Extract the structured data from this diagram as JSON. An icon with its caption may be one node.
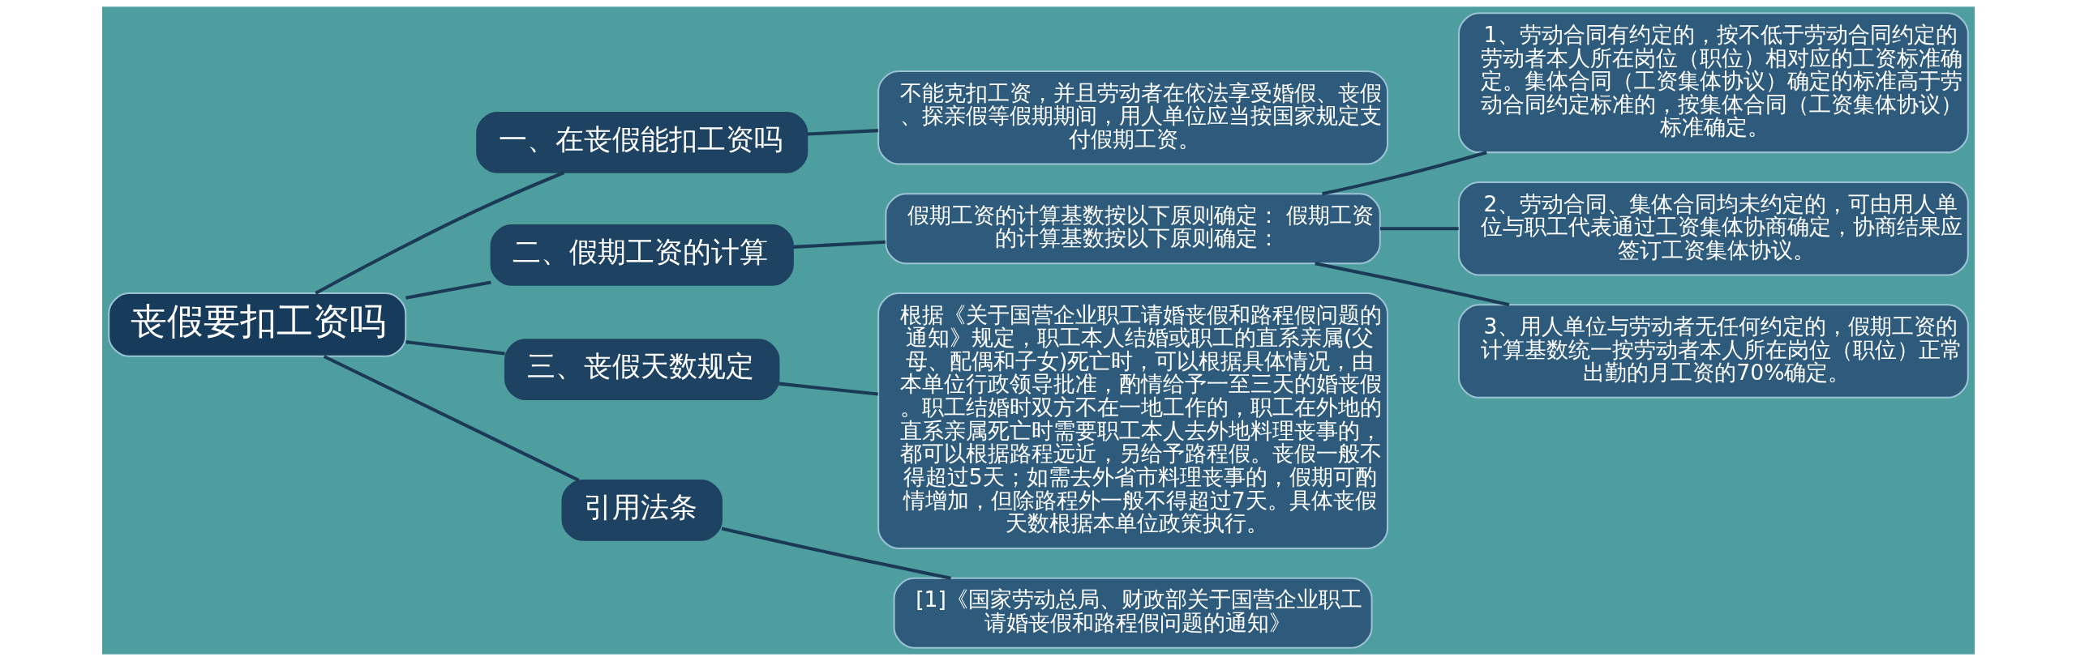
{
  "diagram": {
    "nodes": [
      {
        "text": [
          "丧假要扣工资吗"
        ]
      },
      {
        "text": [
          "一、在丧假能扣工资吗"
        ]
      },
      {
        "text": [
          "不能克扣工资，并且劳动者在依法享受婚假、丧假、探亲假等假期期间，用人单位应当按国家规定支付假期工资。"
        ]
      },
      {
        "text": [
          "二、假期工资的计算"
        ]
      },
      {
        "text": [
          "假期工资的计算基数按以下原则确定： 假期工资的计算基数按以下原则确定："
        ]
      },
      {
        "text": [
          "1、劳动合同有约定的，按不低于劳动合同约定的劳动者本人所在岗位（职位）相对应的工资标准确定。集体合同（工资集体协议）确定的标准高于劳动合同约定标准的，按集体合同（工资集体协议）标准确定。"
        ]
      },
      {
        "text": [
          "2、劳动合同、集体合同均未约定的，可由用人单位与职工代表通过工资集体协商确定，协商结果应签订工资集体协议。"
        ]
      },
      {
        "text": [
          "3、用人单位与劳动者无任何约定的，假期工资的计算基数统一按劳动者本人所在岗位（职位）正常出勤的月工资的70%确定。"
        ]
      },
      {
        "text": [
          "三、丧假天数规定"
        ]
      },
      {
        "text": [
          "根据《关于国营企业职工请婚丧假和路程假问题的通知》规定，职工本人结婚或职工的直系亲属(父母、配偶和子女)死亡时，可以根据具体情况，由本单位行政领导批准，酌情给予一至三天的婚丧假。职工结婚时双方不在一地工作的，职工在外地的直系亲属死亡时需要职工本人去外地料理丧事的，都可以根据路程远近，另给予路程假。丧假一般不得超过5天；如需去外省市料理丧事的，假期可酌情增加，但除路程外一般不得超过7天。具体丧假天数根据本单位政策执行。"
        ]
      },
      {
        "text": [
          "引用法条"
        ]
      },
      {
        "text": [
          "[1]《国家劳动总局、财政部关于国营企业职工请婚丧假和路程假问题的通知》"
        ]
      }
    ],
    "edges": [
      {
        "from": 0,
        "to": 1,
        "arrow": "none"
      },
      {
        "from": 1,
        "to": 2,
        "arrow": "none"
      },
      {
        "from": 0,
        "to": 3,
        "arrow": "none"
      },
      {
        "from": 3,
        "to": 4,
        "arrow": "none"
      },
      {
        "from": 4,
        "to": 5,
        "arrow": "none"
      },
      {
        "from": 4,
        "to": 6,
        "arrow": "none"
      },
      {
        "from": 4,
        "to": 7,
        "arrow": "none"
      },
      {
        "from": 0,
        "to": 8,
        "arrow": "none"
      },
      {
        "from": 8,
        "to": 9,
        "arrow": "none"
      },
      {
        "from": 0,
        "to": 10,
        "arrow": "none"
      },
      {
        "from": 10,
        "to": 11,
        "arrow": "none"
      }
    ]
  }
}
